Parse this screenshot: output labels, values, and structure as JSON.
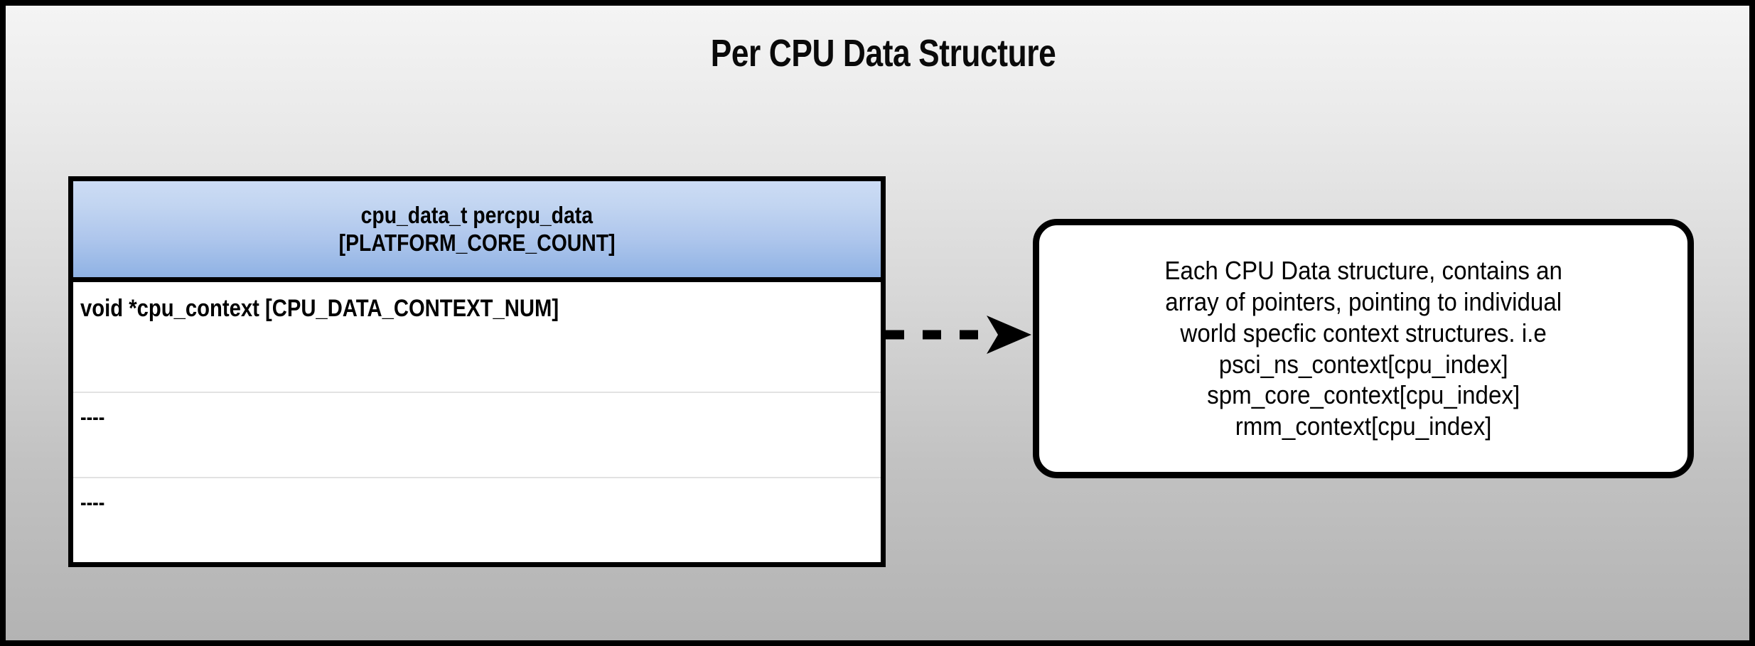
{
  "diagram": {
    "title": "Per CPU Data Structure",
    "background": {
      "top_color": "#f4f4f4",
      "bottom_color": "#b3b3b3",
      "border_color": "#000000"
    },
    "struct_table": {
      "header": {
        "line1": "cpu_data_t percpu_data",
        "line2": "[PLATFORM_CORE_COUNT]",
        "gradient_top": "#ccdcf4",
        "gradient_bottom": "#8fb2e4"
      },
      "rows": [
        {
          "text": "void *cpu_context [CPU_DATA_CONTEXT_NUM]"
        },
        {
          "text": "----"
        },
        {
          "text": "----"
        }
      ]
    },
    "connector": {
      "icon": "dashed-arrow-right-icon",
      "style": "dashed",
      "direction": "right",
      "color": "#000000"
    },
    "note": {
      "lines": [
        "Each CPU Data structure, contains an",
        "array of pointers, pointing to individual",
        "world specfic context structures. i.e",
        "psci_ns_context[cpu_index]",
        "spm_core_context[cpu_index]",
        "rmm_context[cpu_index]"
      ],
      "border_color": "#000000",
      "background": "#ffffff"
    }
  }
}
